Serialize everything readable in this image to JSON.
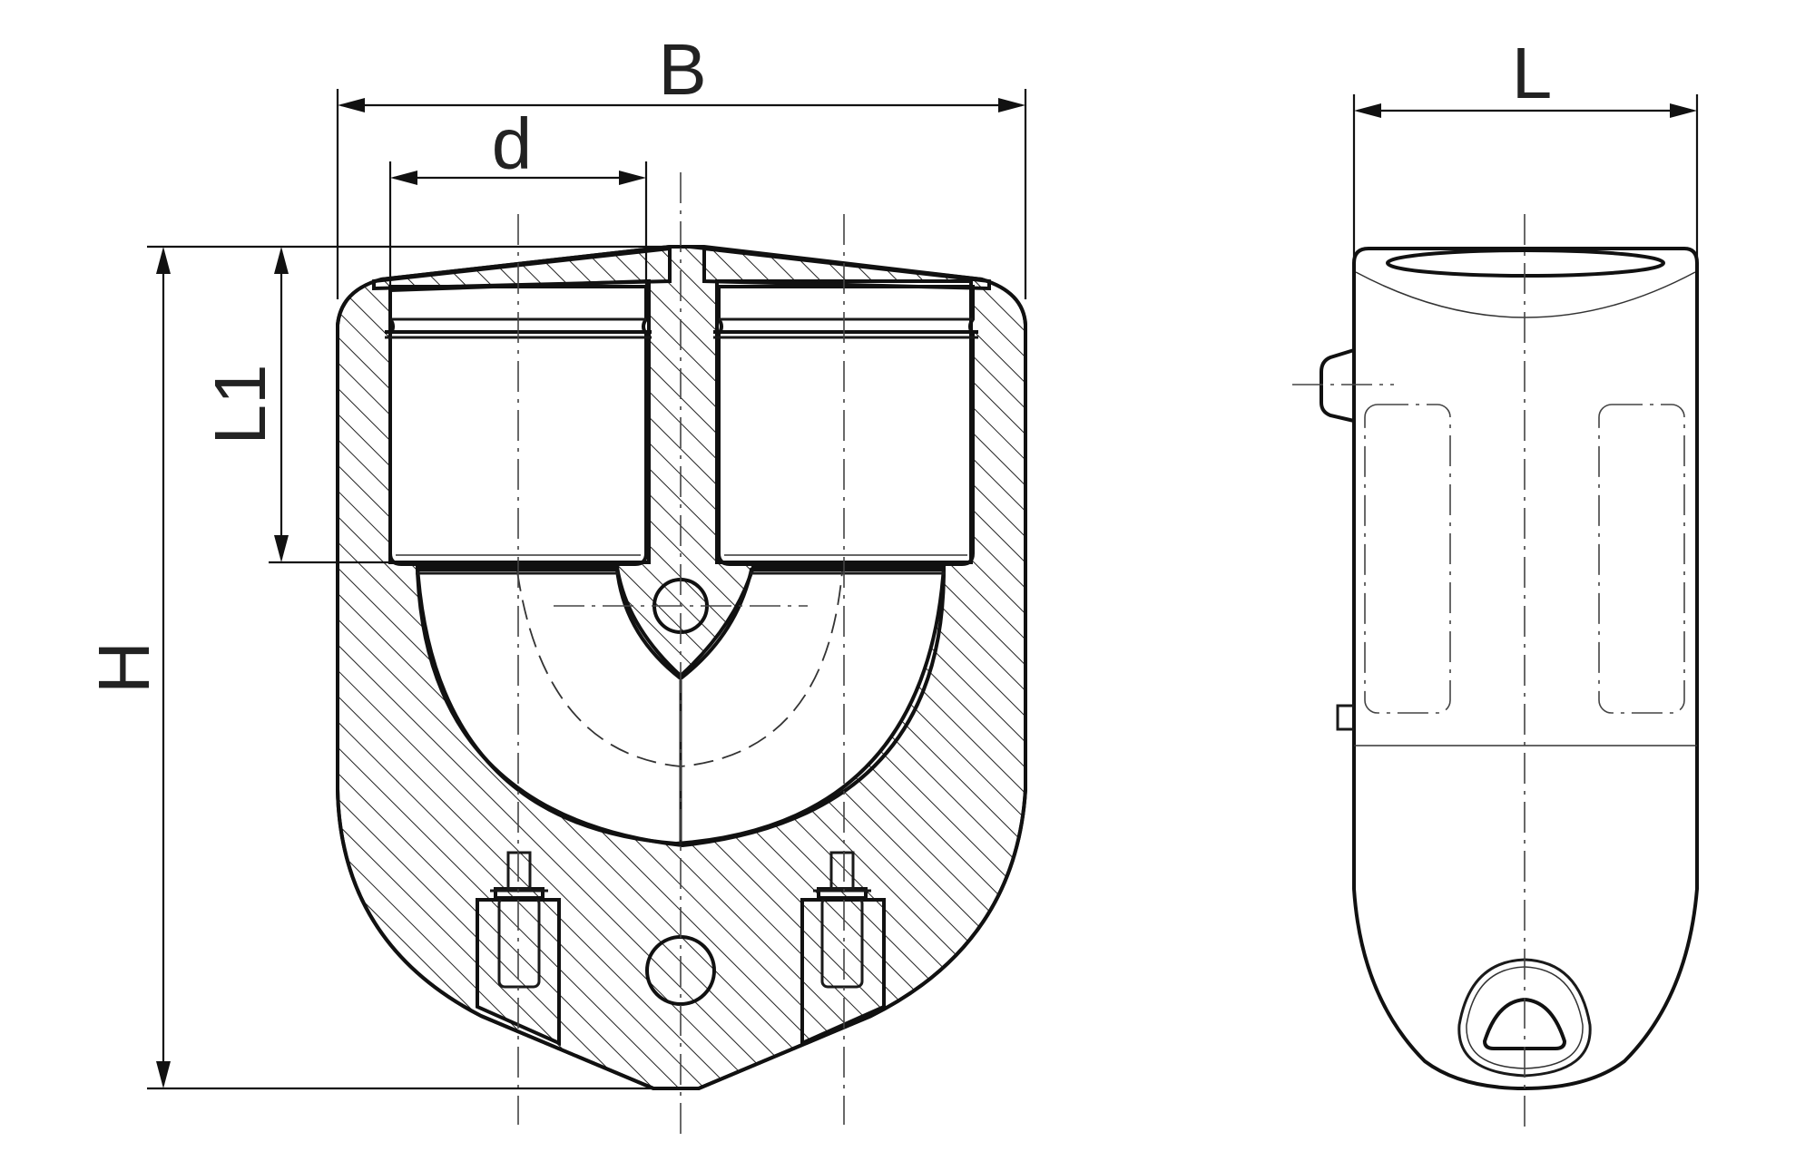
{
  "dimensions": {
    "B": "B",
    "d": "d",
    "L1": "L1",
    "H": "H",
    "L": "L"
  },
  "colors": {
    "line": "#1a1a1a",
    "background": "#ffffff"
  }
}
